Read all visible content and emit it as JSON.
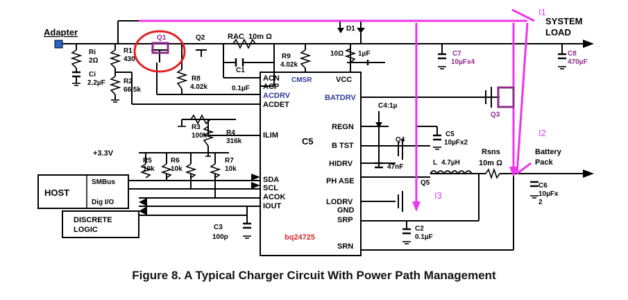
{
  "labels": {
    "adapter": "Adapter",
    "system_load_1": "SYSTEM",
    "system_load_2": "LOAD",
    "battery_1": "Battery",
    "battery_2": "Pack",
    "host": "HOST",
    "smbus": "SMBus",
    "dig_io": "Dig I/O",
    "discrete_1": "DISCRETE",
    "discrete_2": "LOGIC",
    "v33": "+3.3V",
    "ic_name": "C5",
    "ic_part": "bq24725",
    "cmsr": "CMSR"
  },
  "components": {
    "ri": "Ri",
    "ri_val": "2Ω",
    "ci": "Ci",
    "ci_val": "2.2µF",
    "r1": "R1",
    "r1_val": "430",
    "r2": "R2",
    "r2_val": "66.5k",
    "q1": "Q1",
    "q2": "Q2",
    "rac": "RAC",
    "rac_val": "10m Ω",
    "c1": "C1",
    "c1_val": "0.1µF",
    "r8": "R8",
    "r8_val": "4.02k",
    "r9": "R9",
    "r9_val": "4.02k",
    "d1": "D1",
    "r10": "10Ω",
    "c1u": "1µF",
    "c7": "C7",
    "c7_val": "10µFx4",
    "c8": "C8",
    "c8_val": "470µF",
    "q3": "Q3",
    "c4": "C4:1µ",
    "c5": "C5",
    "c5_val": "10µFx2",
    "q4": "Q4",
    "c47n": "47nF",
    "l": "L",
    "l_val": "4.7µH",
    "rsns": "Rsns",
    "rsns_val": "10m Ω",
    "q5": "Q5",
    "c6": "C6",
    "c6_val_1": "10µFx",
    "c6_val_2": "2",
    "c2": "C2",
    "c2_val": "0.1µF",
    "r3": "R3",
    "r3_val": "100k",
    "r4": "R4",
    "r4_val": "316k",
    "r5": "R5",
    "r5_val": "10k",
    "r6": "R6",
    "r6_val": "10k",
    "r7": "R7",
    "r7_val": "10k",
    "c3": "C3",
    "c3_val": "100p"
  },
  "pins": {
    "acn": "ACN",
    "acp": "ACP",
    "acdrv": "ACDRV",
    "acdet": "ACDET",
    "ilim": "ILIM",
    "sda": "SDA",
    "scl": "SCL",
    "acok": "ACOK",
    "iout": "IOUT",
    "vcc": "VCC",
    "batdrv": "BATDRV",
    "regn": "REGN",
    "btst": "B TST",
    "hidrv": "HIDRV",
    "phase": "PH ASE",
    "lodrv": "LODRV",
    "gnd": "GND",
    "srp": "SRP",
    "srn": "SRN"
  },
  "annotations": {
    "i1": "I1",
    "i2": "I2",
    "i3": "I3"
  },
  "colors": {
    "wire": "#000000",
    "annotation": "#ee33ee",
    "highlight": "#e02020",
    "pin_blue": "#2b3a9a",
    "part_purple": "#8e2a8a"
  },
  "caption": "Figure 8. A Typical Charger Circuit With Power Path Management"
}
